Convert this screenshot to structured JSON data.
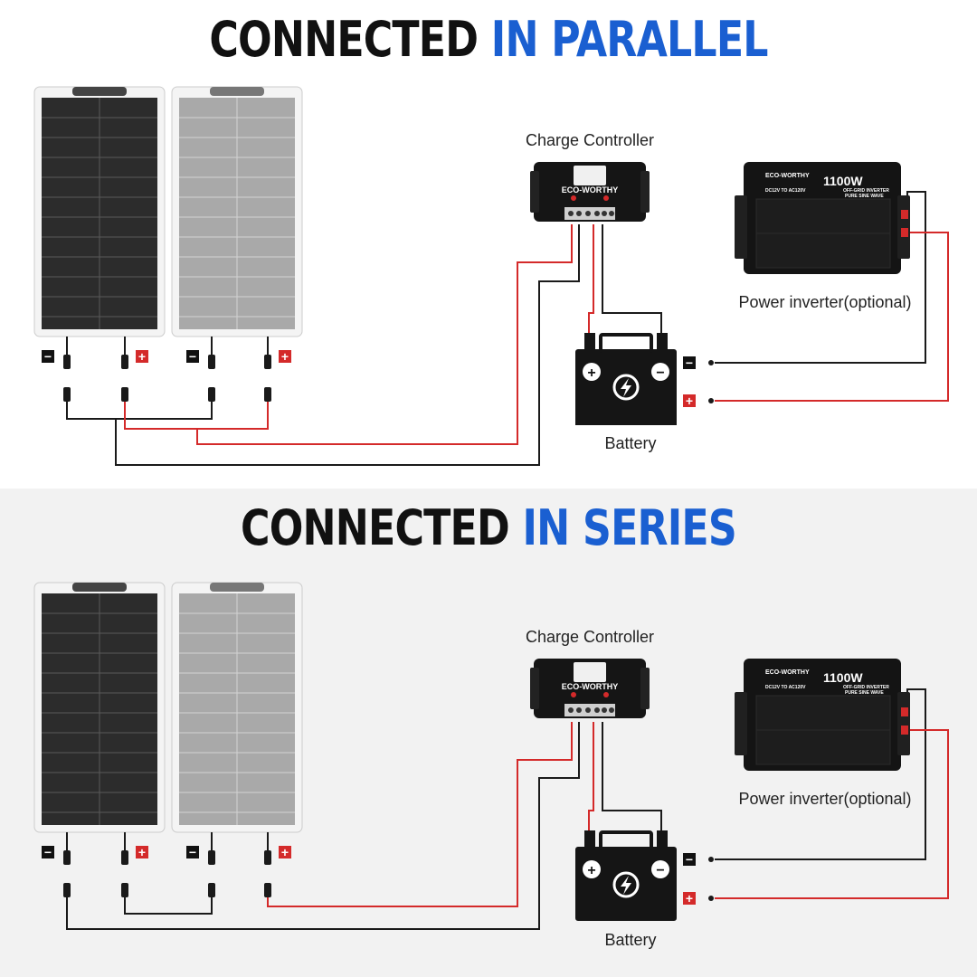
{
  "sections": [
    {
      "title_part1": "CONNECTED",
      "title_part2": "IN PARALLEL",
      "controller_label": "Charge Controller",
      "controller_brand": "ECO-WORTHY",
      "inverter_label": "Power inverter(optional)",
      "inverter_brand": "ECO-WORTHY",
      "inverter_power": "1100W",
      "inverter_spec_left": "DC12V TO AC120V",
      "inverter_spec_right1": "OFF-GRID INVERTER",
      "inverter_spec_right2": "PURE SINE WAVE",
      "battery_label": "Battery"
    },
    {
      "title_part1": "CONNECTED",
      "title_part2": "IN SERIES",
      "controller_label": "Charge Controller",
      "controller_brand": "ECO-WORTHY",
      "inverter_label": "Power inverter(optional)",
      "inverter_brand": "ECO-WORTHY",
      "inverter_power": "1100W",
      "inverter_spec_left": "DC12V TO AC120V",
      "inverter_spec_right1": "OFF-GRID INVERTER",
      "inverter_spec_right2": "PURE SINE WAVE",
      "battery_label": "Battery"
    }
  ],
  "symbols": {
    "minus": "−",
    "plus": "+"
  },
  "colors": {
    "title_dark": "#111111",
    "title_blue": "#1a5fd1",
    "wire_red": "#d42a2a",
    "wire_black": "#1a1a1a",
    "badge_red": "#d42a2a"
  }
}
